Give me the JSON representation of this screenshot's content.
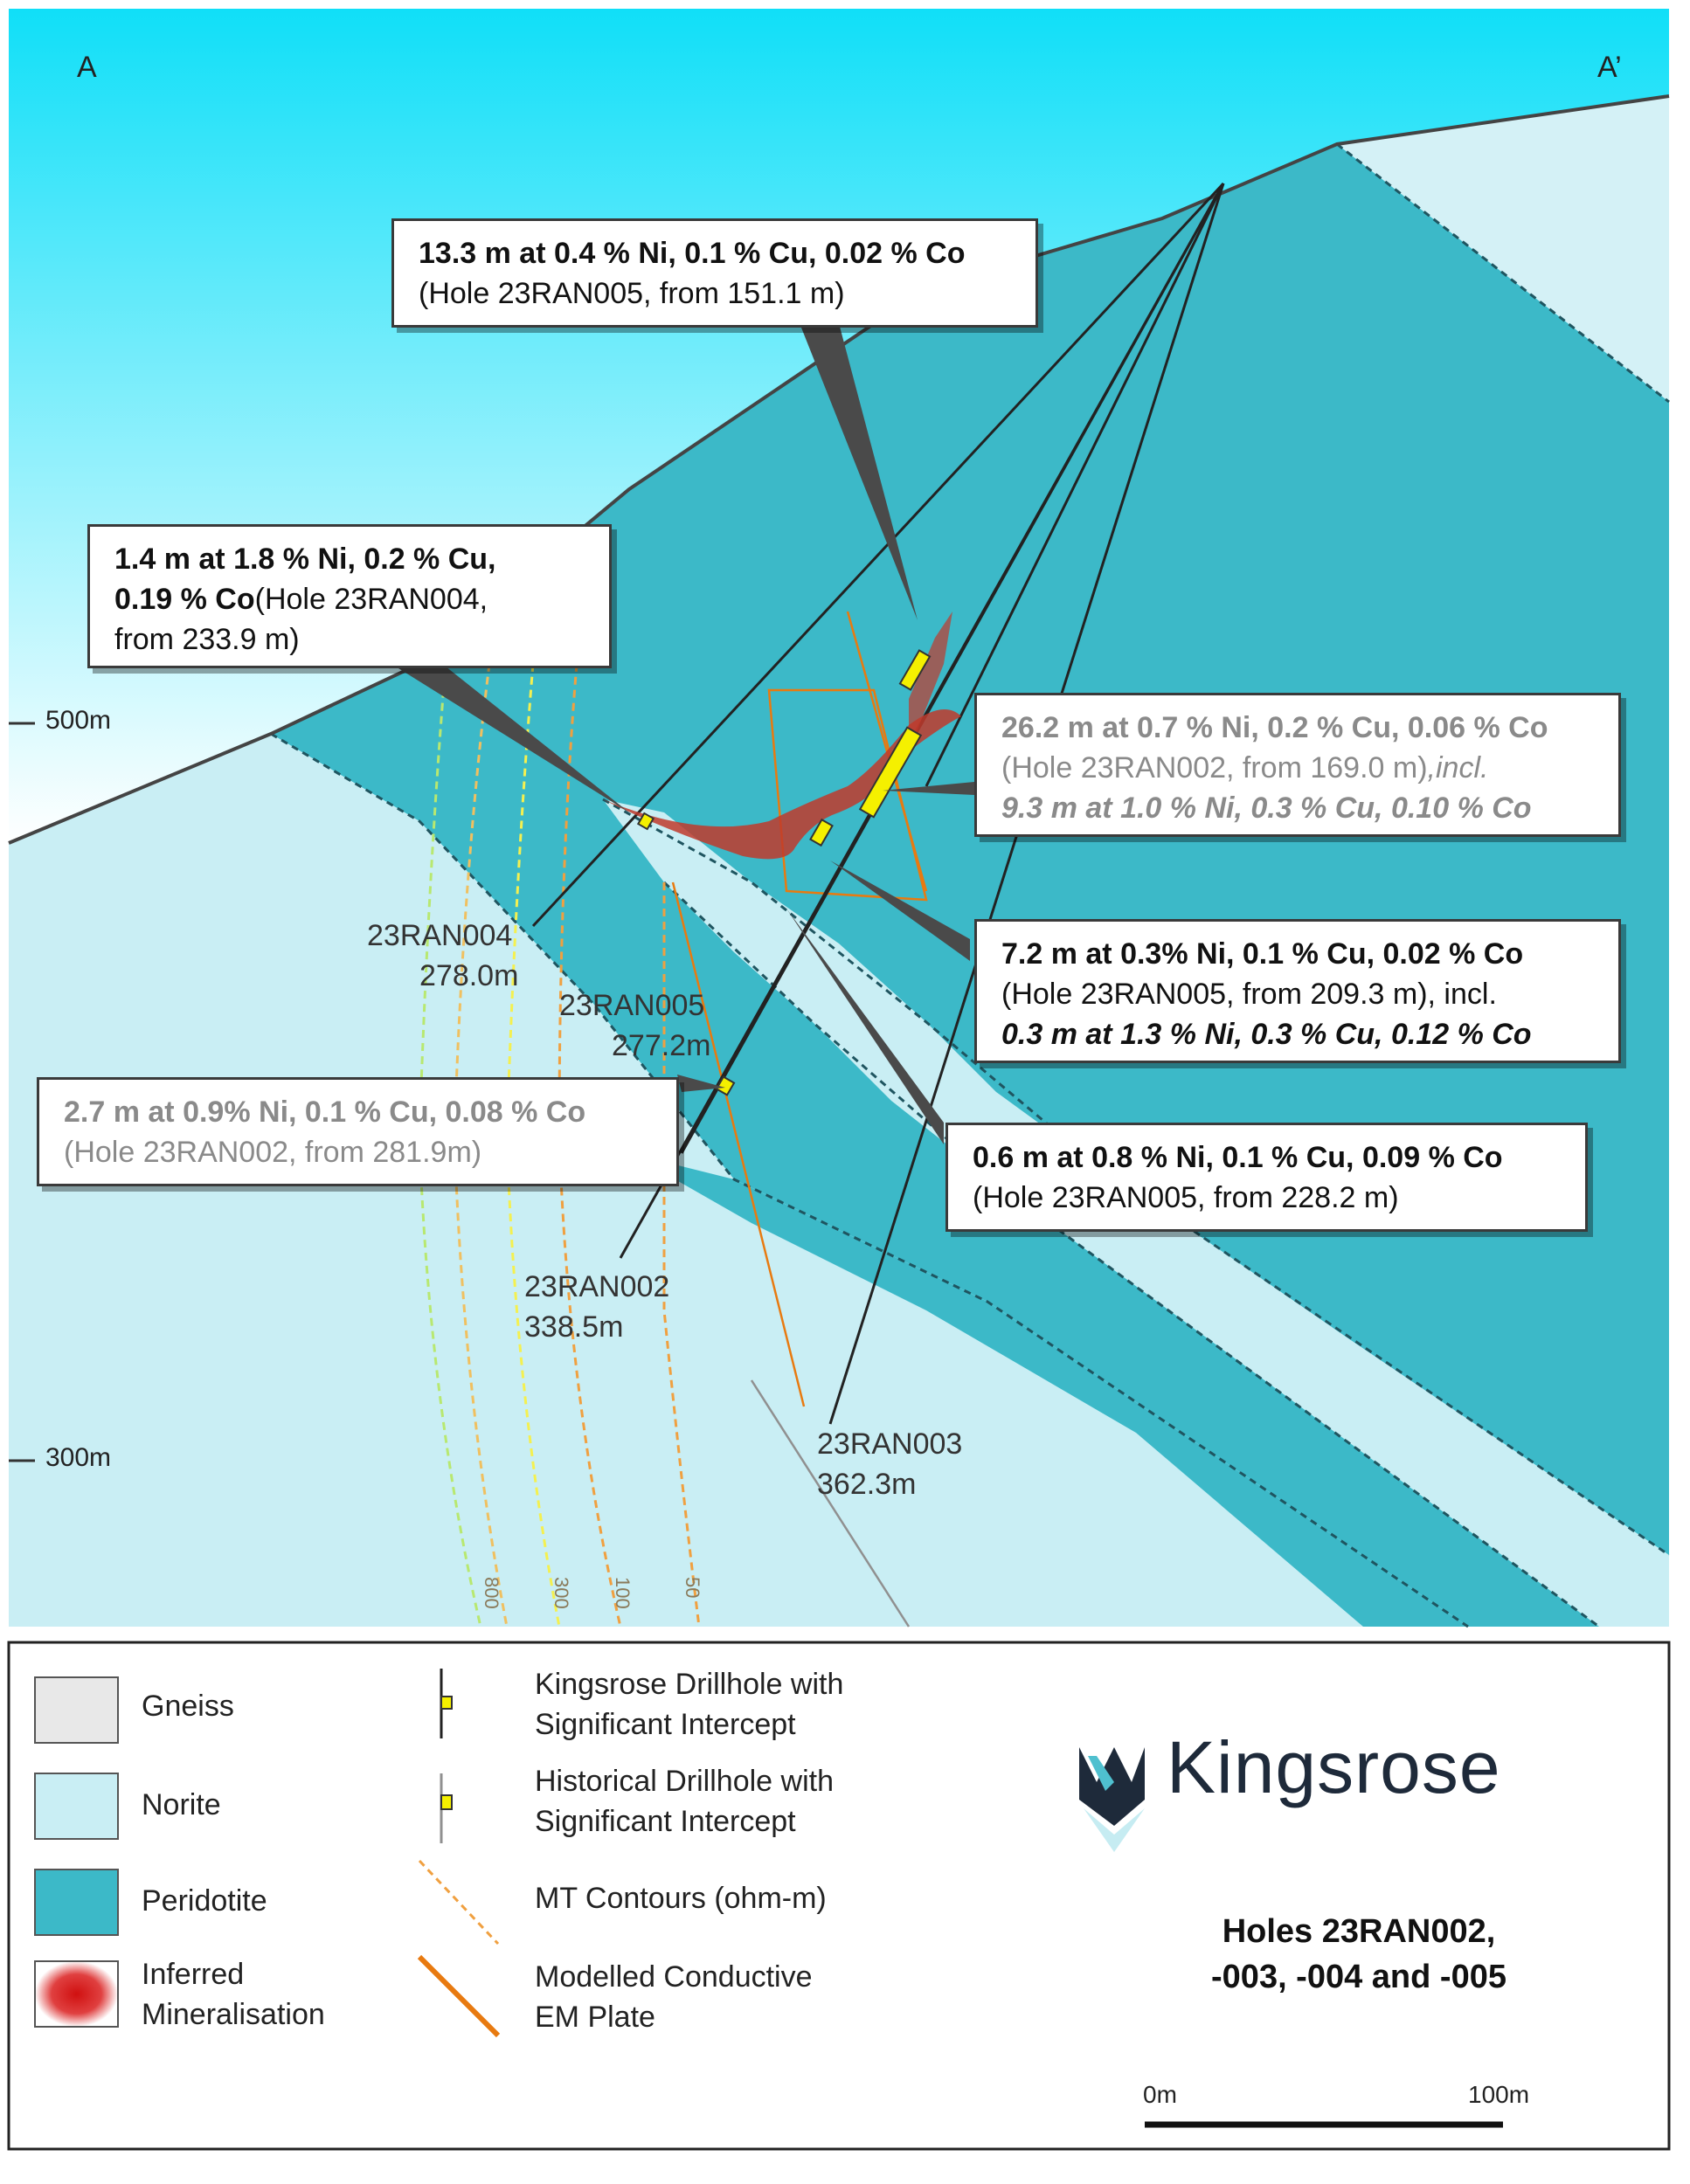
{
  "section": {
    "corner_left": "A",
    "corner_right": "A’",
    "depth_labels": [
      "500m",
      "300m"
    ],
    "contour_labels": [
      "800",
      "300",
      "100",
      "50"
    ],
    "holes": [
      {
        "name": "23RAN004",
        "length": "278.0m"
      },
      {
        "name": "23RAN005",
        "length": "277.2m"
      },
      {
        "name": "23RAN002",
        "length": "338.5m"
      },
      {
        "name": "23RAN003",
        "length": "362.3m"
      }
    ],
    "colors": {
      "sky": "#19e0fa",
      "gneiss": "#eaf5f8",
      "norite": "#c9eef4",
      "peridotite": "#3cb9c8",
      "mineralisation": "#c0392b",
      "intercept": "#f5f000",
      "mt_contour": "#f0a040",
      "em_plate": "#e87a10"
    }
  },
  "callouts": {
    "c1": {
      "line1": "13.3 m at 0.4 % Ni, 0.1 % Cu, 0.02 % Co",
      "line2": "(Hole 23RAN005, from 151.1 m)"
    },
    "c2": {
      "line1": "1.4 m at 1.8 % Ni, 0.2 % Cu,",
      "line2a": "0.19 % Co",
      "line2b": "(Hole 23RAN004,",
      "line3": "from 233.9 m)"
    },
    "c3": {
      "line1": "26.2 m at 0.7 % Ni, 0.2 % Cu, 0.06 % Co",
      "line2a": "(Hole 23RAN002, from 169.0 m)",
      "line2b": ",incl.",
      "line3": "9.3 m at 1.0 % Ni, 0.3 % Cu, 0.10 % Co"
    },
    "c4": {
      "line1": "7.2 m at 0.3% Ni, 0.1 % Cu, 0.02 % Co",
      "line2": "(Hole 23RAN005, from 209.3 m), incl.",
      "line3": "0.3 m at 1.3 % Ni, 0.3 % Cu, 0.12 % Co"
    },
    "c5": {
      "line1": "2.7 m at 0.9% Ni, 0.1 % Cu, 0.08 % Co",
      "line2": "(Hole 23RAN002, from 281.9m)"
    },
    "c6": {
      "line1": "0.6 m at 0.8 % Ni, 0.1 % Cu, 0.09 % Co",
      "line2": "(Hole 23RAN005, from 228.2 m)"
    }
  },
  "legend": {
    "gneiss": "Gneiss",
    "norite": "Norite",
    "peridotite": "Peridotite",
    "inferred_1": "Inferred",
    "inferred_2": "Mineralisation",
    "kingsrose_1": "Kingsrose Drillhole with",
    "kingsrose_2": "Significant Intercept",
    "historical_1": "Historical Drillhole with",
    "historical_2": "Significant Intercept",
    "mt": "MT Contours (ohm-m)",
    "em_1": "Modelled Conductive",
    "em_2": "EM Plate"
  },
  "brand": "Kingsrose",
  "title_1": "Holes 23RAN002,",
  "title_2": "-003, -004 and -005",
  "scale": {
    "left": "0m",
    "right": "100m"
  }
}
